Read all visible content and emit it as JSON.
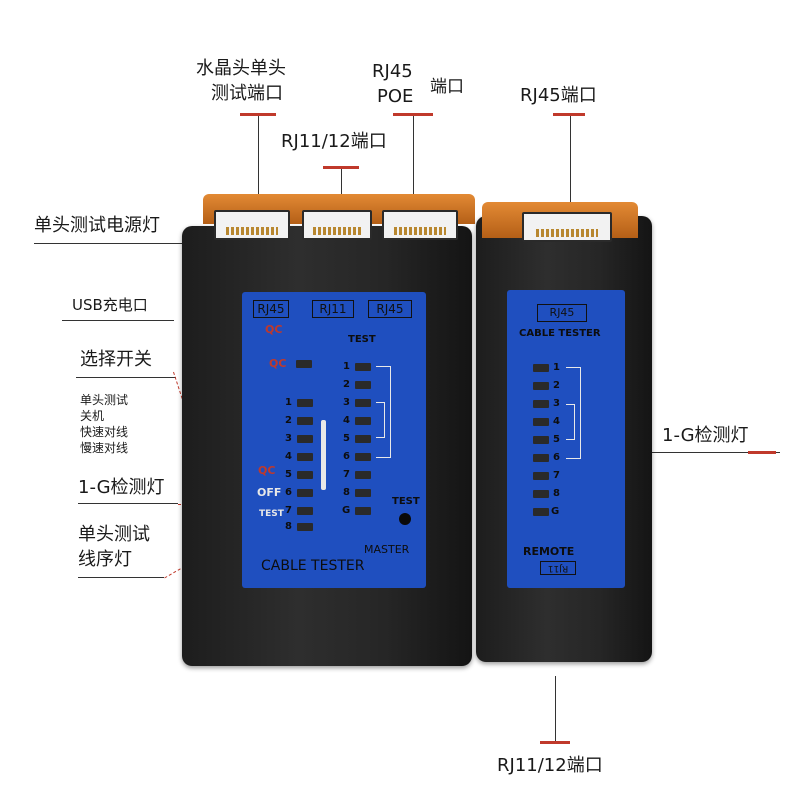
{
  "callouts": {
    "crystal_head_line1": "水晶头单头",
    "crystal_head_line2": "测试端口",
    "rj45_poe_line1": "RJ45",
    "rj45_poe_line2": "POE",
    "rj45_poe_suffix": "端口",
    "rj45_remote_port": "RJ45端口",
    "rj11_top_port": "RJ11/12端口",
    "single_power_led": "单头测试电源灯",
    "usb_charge": "USB充电口",
    "selector_switch": "选择开关",
    "switch_modes": [
      "单头测试",
      "关机",
      "快速对线",
      "慢速对线"
    ],
    "g_led_left": "1-G检测灯",
    "single_wire_line1": "单头测试",
    "single_wire_line2": "线序灯",
    "g_led_right": "1-G检测灯",
    "rj11_bottom_port": "RJ11/12端口"
  },
  "master": {
    "box_rj45": "RJ45",
    "box_rj11": "RJ11",
    "box_rj45_b": "RJ45",
    "qc_top": "QC",
    "qc_led": "QC",
    "test_header": "TEST",
    "left_leds": [
      "1",
      "2",
      "3",
      "4",
      "5",
      "6",
      "7",
      "8"
    ],
    "right_leds": [
      "1",
      "2",
      "3",
      "4",
      "5",
      "6",
      "7",
      "8",
      "G"
    ],
    "mode_qc": "QC",
    "mode_off": "OFF",
    "mode_test": "TEST",
    "test_button": "TEST",
    "master_label": "MASTER",
    "brand": "CABLE TESTER"
  },
  "remote": {
    "box_rj45": "RJ45",
    "brand": "CABLE TESTER",
    "leds": [
      "1",
      "2",
      "3",
      "4",
      "5",
      "6",
      "7",
      "8",
      "G"
    ],
    "remote_label": "REMOTE",
    "box_rj11": "RJ11"
  },
  "colors": {
    "panel": "#1f4fbf",
    "accent": "#c0392b",
    "body": "#232323",
    "strip": "#d87a2a"
  }
}
